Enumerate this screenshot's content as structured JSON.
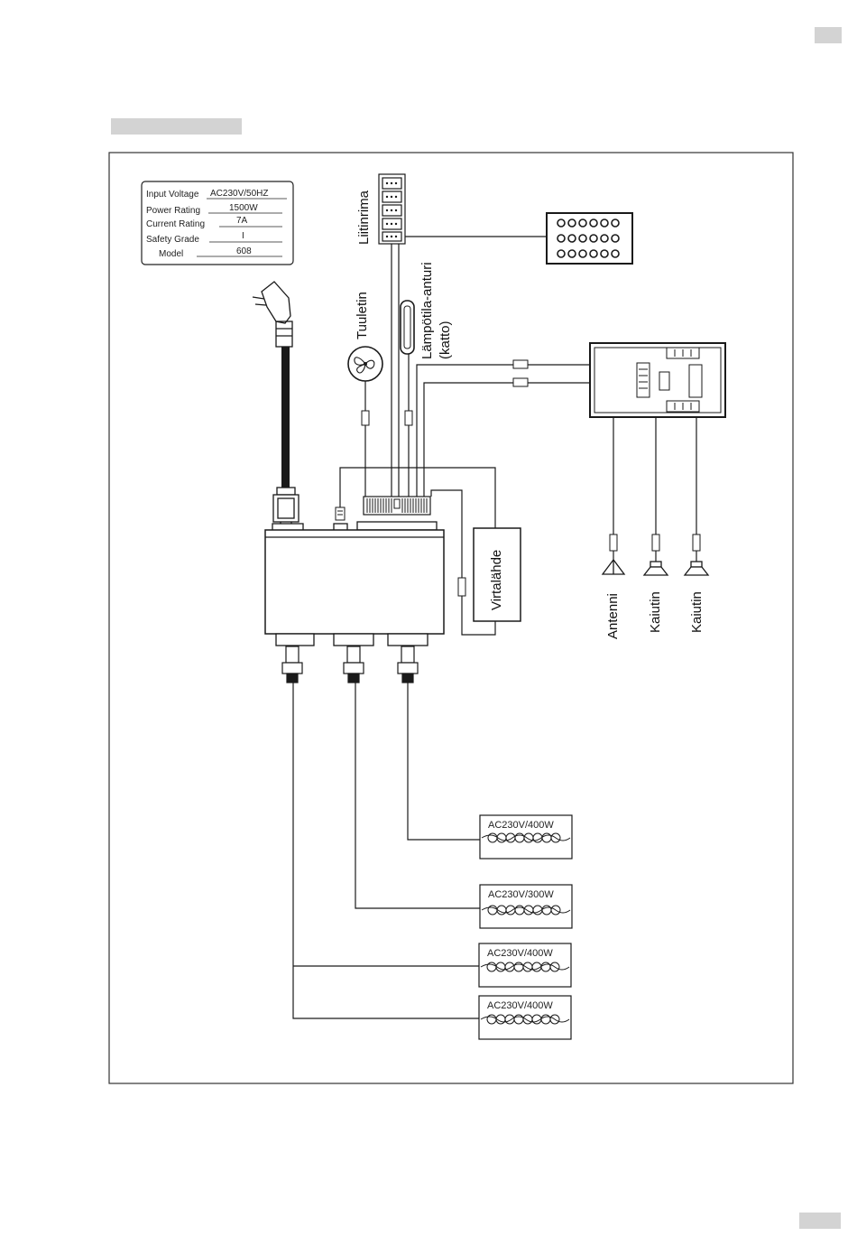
{
  "nameplate": {
    "rows": [
      {
        "label": "Input Voltage",
        "value": "AC230V/50HZ"
      },
      {
        "label": "Power Rating",
        "value": "1500W"
      },
      {
        "label": "Current Rating",
        "value": "7A"
      },
      {
        "label": "Safety Grade",
        "value": "I"
      },
      {
        "label": "Model",
        "value": "608"
      }
    ]
  },
  "labels": {
    "terminal_strip": "Liitinrima",
    "fan": "Tuuletin",
    "temp_sensor": "Lämpötila-anturi",
    "temp_sensor_sub": "(katto)",
    "power_supply": "Virtalähde",
    "antenna": "Antenni",
    "speaker_1": "Kaiutin",
    "speaker_2": "Kaiutin"
  },
  "heaters": [
    {
      "rating": "AC230V/400W"
    },
    {
      "rating": "AC230V/300W"
    },
    {
      "rating": "AC230V/400W"
    },
    {
      "rating": "AC230V/400W"
    }
  ],
  "colors": {
    "line": "#1a1a1a",
    "tab": "#d3d3d3"
  }
}
